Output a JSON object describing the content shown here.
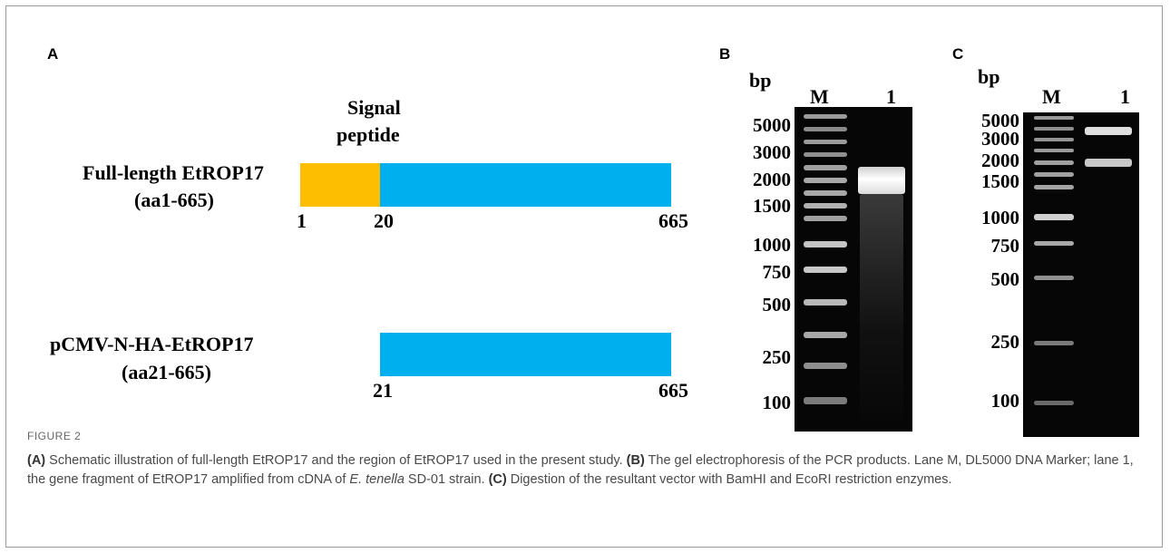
{
  "panels": {
    "a": "A",
    "b": "B",
    "c": "C"
  },
  "schematic": {
    "signal_label_line1": "Signal",
    "signal_label_line2": "peptide",
    "full": {
      "name": "Full-length EtROP17",
      "range": "(aa1-665)",
      "pos_start": "1",
      "pos_mid": "20",
      "pos_end": "665"
    },
    "truncated": {
      "name": "pCMV-N-HA-EtROP17",
      "range": "(aa21-665)",
      "pos_start": "21",
      "pos_end": "665"
    },
    "colors": {
      "signal": "#FDBD00",
      "body": "#00B0EE"
    }
  },
  "gel_b": {
    "unit": "bp",
    "lane_m": "M",
    "lane_1": "1",
    "markers": [
      "5000",
      "3000",
      "2000",
      "1500",
      "1000",
      "750",
      "500",
      "250",
      "100"
    ]
  },
  "gel_c": {
    "unit": "bp",
    "lane_m": "M",
    "lane_1": "1",
    "markers": [
      "5000",
      "3000",
      "2000",
      "1500",
      "1000",
      "750",
      "500",
      "250",
      "100"
    ]
  },
  "figure": {
    "label": "FIGURE 2",
    "caption_a_tag": "(A)",
    "caption_a": " Schematic illustration of full-length EtROP17 and the region of EtROP17 used in the present study. ",
    "caption_b_tag": "(B)",
    "caption_b": " The gel electrophoresis of the PCR products. Lane M, DL5000 DNA Marker; lane 1, the gene fragment of EtROP17 amplified from cDNA of ",
    "caption_species": "E. tenella",
    "caption_b2": " SD-01 strain. ",
    "caption_c_tag": "(C)",
    "caption_c": " Digestion of the resultant vector with BamHI and EcoRI restriction enzymes."
  }
}
